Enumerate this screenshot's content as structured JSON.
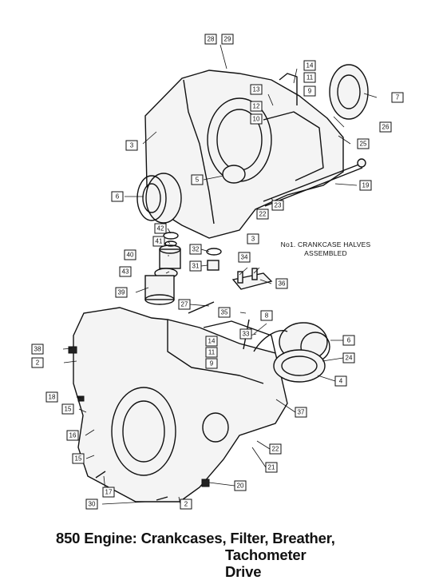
{
  "callouts": [
    "28",
    "29",
    "14",
    "11",
    "9",
    "7",
    "13",
    "12",
    "10",
    "26",
    "25",
    "3",
    "5",
    "6",
    "19",
    "22",
    "23",
    "42",
    "41",
    "40",
    "43",
    "39",
    "32",
    "31",
    "34",
    "36",
    "3",
    "27",
    "35",
    "8",
    "33",
    "14",
    "11",
    "9",
    "6",
    "24",
    "4",
    "38",
    "2",
    "18",
    "15",
    "16",
    "15",
    "37",
    "22",
    "21",
    "20",
    "17",
    "30",
    "2"
  ],
  "note": {
    "line1": "No1. CRANKCASE HALVES",
    "line2": "ASSEMBLED"
  },
  "caption": {
    "line1": "850 Engine: Crankcases, Filter, Breather,",
    "line2": "Tachometer Drive"
  },
  "icons": [
    "crankcase-upper-half-icon",
    "crankcase-lower-half-icon",
    "oil-filter-icon",
    "bearing-icon",
    "tachometer-drive-icon",
    "bolt-icon"
  ]
}
